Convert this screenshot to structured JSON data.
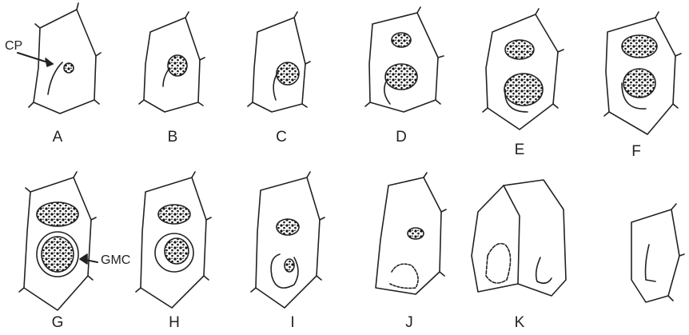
{
  "panels": [
    "A",
    "B",
    "C",
    "D",
    "E",
    "F",
    "G",
    "H",
    "I",
    "J",
    "K"
  ],
  "callouts": {
    "cp": "CP",
    "gmc": "GMC"
  }
}
